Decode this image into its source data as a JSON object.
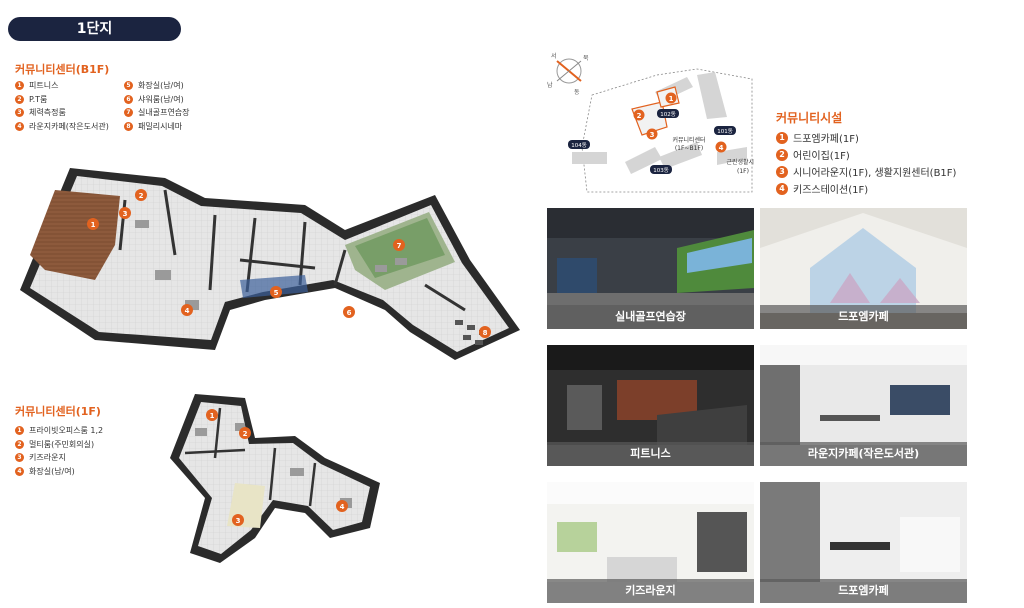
{
  "header": {
    "title": "1단지"
  },
  "b1f": {
    "title": "커뮤니티센터(B1F)",
    "col1": [
      {
        "n": "1",
        "label": "피트니스"
      },
      {
        "n": "2",
        "label": "P.T룸"
      },
      {
        "n": "3",
        "label": "체력측정룸"
      },
      {
        "n": "4",
        "label": "라운지카페(작은도서관)"
      }
    ],
    "col2": [
      {
        "n": "5",
        "label": "화장실(남/여)"
      },
      {
        "n": "6",
        "label": "샤워룸(남/여)"
      },
      {
        "n": "7",
        "label": "실내골프연습장"
      },
      {
        "n": "8",
        "label": "패밀리시네마"
      }
    ]
  },
  "f1": {
    "title": "커뮤니티센터(1F)",
    "items": [
      {
        "n": "1",
        "label": "프라이빗오피스룸 1,2"
      },
      {
        "n": "2",
        "label": "멀티룸(주민회의실)"
      },
      {
        "n": "3",
        "label": "키즈라운지"
      },
      {
        "n": "4",
        "label": "화장실(남/여)"
      }
    ]
  },
  "facilities": {
    "title": "커뮤니티시설",
    "items": [
      {
        "n": "1",
        "label": "드포엠카페(1F)"
      },
      {
        "n": "2",
        "label": "어린이집(1F)"
      },
      {
        "n": "3",
        "label": "시니어라운지(1F), 생활지원센터(B1F)"
      },
      {
        "n": "4",
        "label": "키즈스테이션(1F)"
      }
    ]
  },
  "site_map": {
    "compass": {
      "west": "서",
      "north": "북",
      "south": "남",
      "east": "동"
    },
    "buildings": {
      "b101": "101동",
      "b102": "102동",
      "b103": "103동",
      "b104": "104동"
    },
    "community_label_1": "커뮤니티센터",
    "community_label_2": "(1F~B1F)",
    "retail_label_1": "근린생활시설",
    "retail_label_2": "(1F)",
    "markers": [
      "1",
      "2",
      "3",
      "4"
    ]
  },
  "photos": [
    {
      "caption": "실내골프연습장"
    },
    {
      "caption": "드포엠카페"
    },
    {
      "caption": "피트니스"
    },
    {
      "caption": "라운지카페(작은도서관)"
    },
    {
      "caption": "키즈라운지"
    },
    {
      "caption": "드포엠카페"
    }
  ],
  "b1f_plan_markers": [
    "1",
    "2",
    "3",
    "4",
    "5",
    "6",
    "7",
    "8"
  ],
  "f1_plan_markers": [
    "1",
    "2",
    "3",
    "4"
  ],
  "colors": {
    "accent": "#e2621f",
    "navy": "#1b2440"
  }
}
